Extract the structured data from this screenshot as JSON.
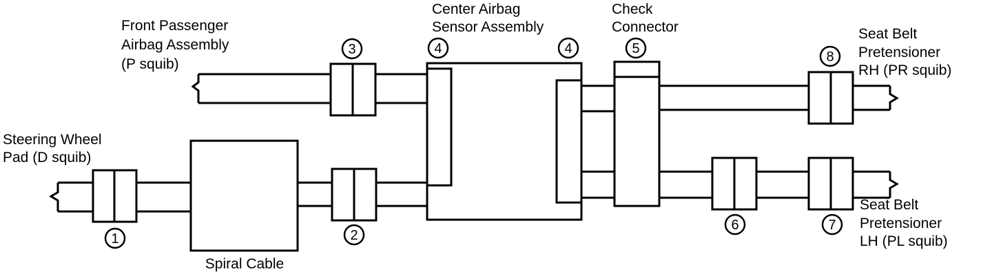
{
  "diagram": {
    "labels": {
      "front_passenger": [
        "Front Passenger",
        "Airbag Assembly",
        "(P squib)"
      ],
      "steering_wheel": [
        "Steering Wheel",
        "Pad (D squib)"
      ],
      "center_sensor": [
        "Center Airbag",
        "Sensor Assembly"
      ],
      "check_connector": [
        "Check",
        "Connector"
      ],
      "pretensioner_rh": [
        "Seat Belt",
        "Pretensioner",
        "RH (PR squib)"
      ],
      "pretensioner_lh": [
        "Seat Belt",
        "Pretensioner",
        "LH (PL squib)"
      ],
      "spiral_cable": "Spiral Cable"
    },
    "connector_numbers": {
      "c1": "1",
      "c2": "2",
      "c3": "3",
      "c4_left": "4",
      "c4_right": "4",
      "c5": "5",
      "c6": "6",
      "c7": "7",
      "c8": "8"
    },
    "colors": {
      "line": "#000000",
      "background": "#ffffff"
    }
  }
}
